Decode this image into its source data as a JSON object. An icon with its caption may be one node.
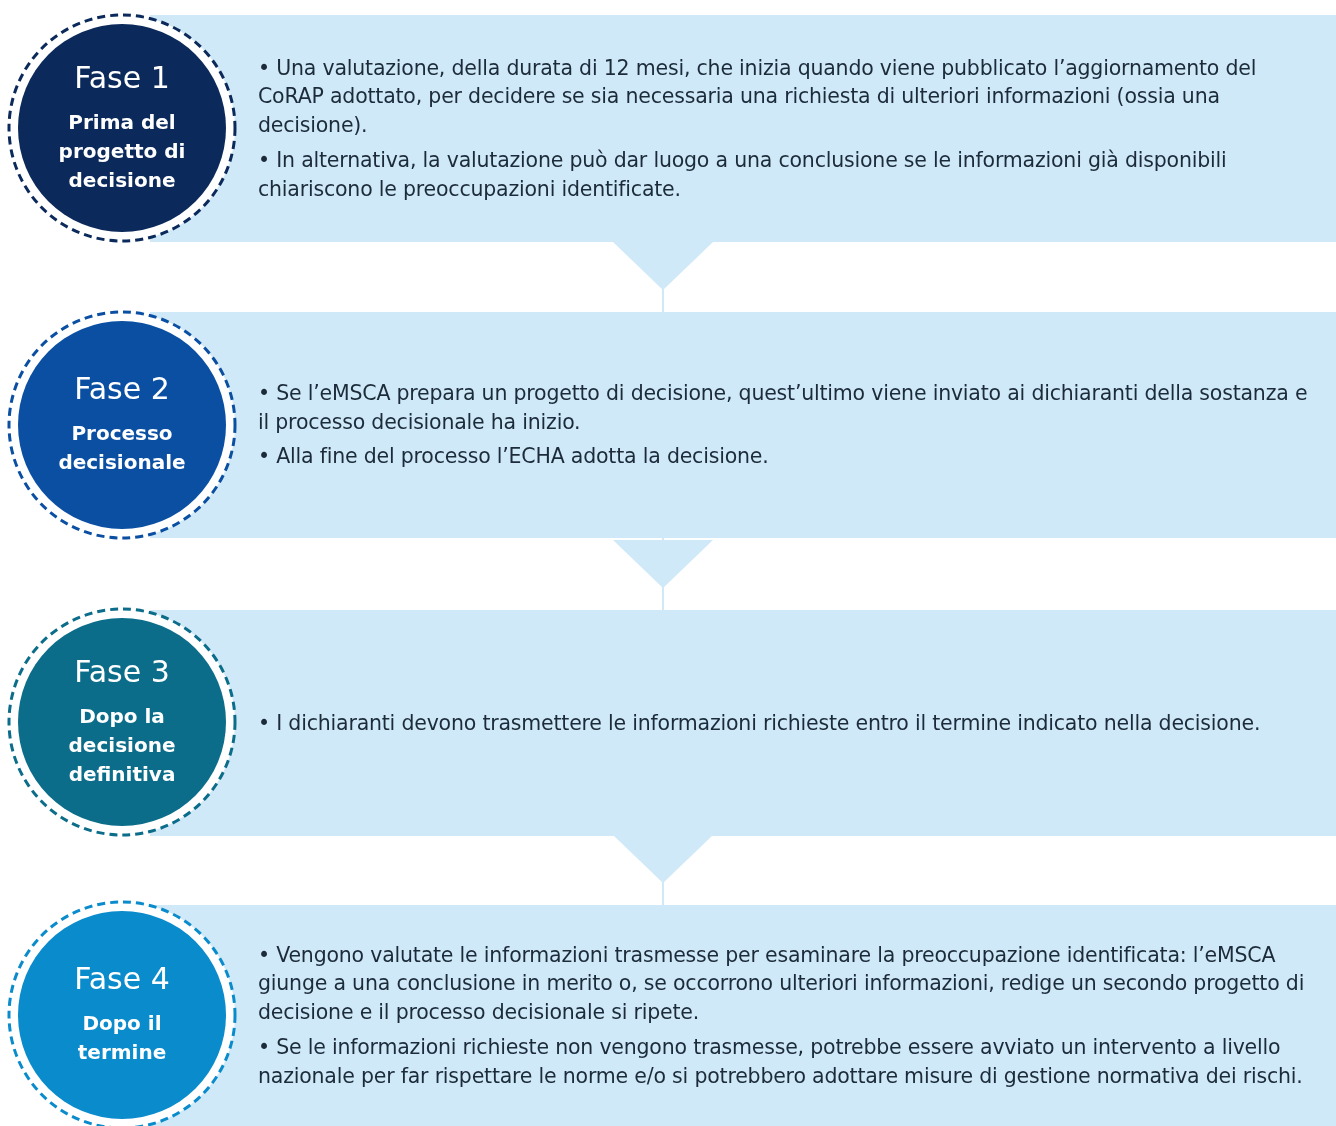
{
  "diagram": {
    "nodes": [
      {
        "text": [
          "Fase 1",
          "Prima del progetto di decisione"
        ]
      },
      {
        "text": [
          "• Una valutazione, della durata di 12 mesi, che inizia quando viene pubblicato l’aggiornamento del CoRAP adottato, per decidere se sia necessaria una richiesta di ulteriori informazioni (ossia una decisione).",
          "• In alternativa, la valutazione può dar luogo a una conclusione se le informazioni già disponibili chiariscono le preoccupazioni identificate."
        ]
      },
      {
        "text": [
          "Fase 2",
          "Processo decisionale"
        ]
      },
      {
        "text": [
          "• Se l’eMSCA prepara un progetto di decisione, quest’ultimo viene inviato ai dichiaranti della sostanza e il processo decisionale ha inizio.",
          "• Alla fine del processo l’ECHA adotta la decisione."
        ]
      },
      {
        "text": [
          "Fase 3",
          "Dopo la decisione definitiva"
        ]
      },
      {
        "text": [
          "• I dichiaranti devono trasmettere le informazioni richieste entro il termine indicato nella decisione."
        ]
      },
      {
        "text": [
          "Fase 4",
          "Dopo il termine"
        ]
      },
      {
        "text": [
          "• Vengono valutate le informazioni trasmesse per esaminare la preoccupazione identificata: l’eMSCA giunge a una conclusione in merito o, se occorrono ulteriori informazioni, redige un secondo progetto di decisione e il processo decisionale si ripete.",
          "• Se le informazioni richieste non vengono trasmesse, potrebbe essere avviato un intervento a livello nazionale per far rispettare le norme e/o si potrebbero adottare misure di gestione normativa dei rischi."
        ]
      }
    ],
    "edges": [
      {
        "from": 1,
        "to": 3,
        "arrow": "to"
      },
      {
        "from": 3,
        "to": 5,
        "arrow": "to"
      },
      {
        "from": 5,
        "to": 7,
        "arrow": "to"
      }
    ]
  }
}
